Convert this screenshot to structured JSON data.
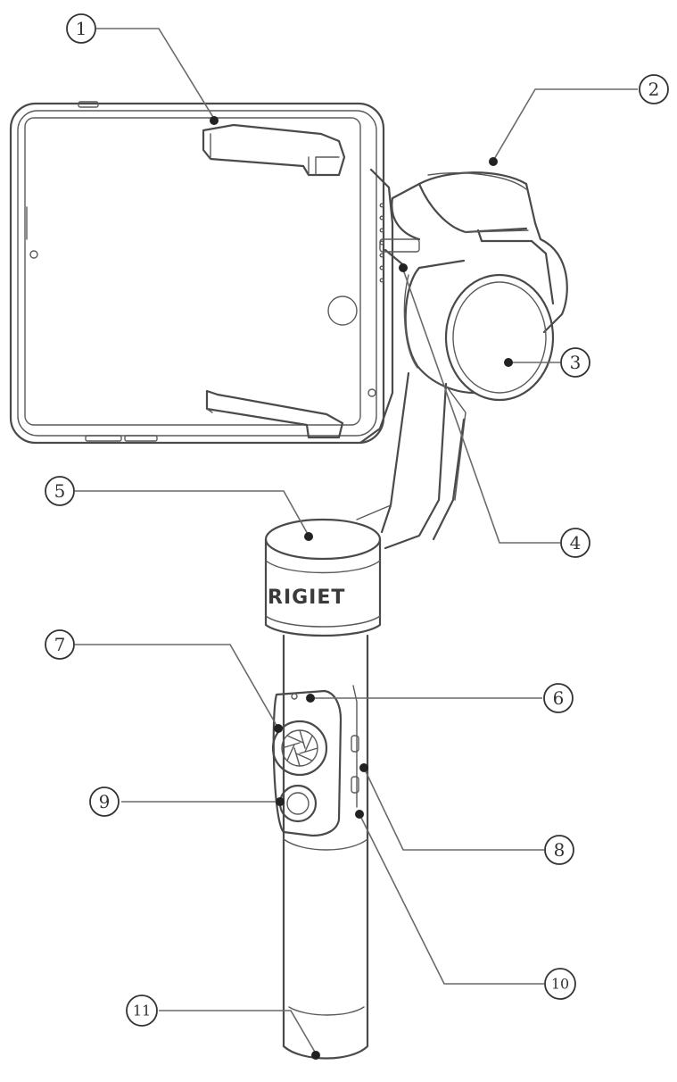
{
  "brand_text": "RIGIET",
  "callouts": [
    {
      "id": 1,
      "label": "1"
    },
    {
      "id": 2,
      "label": "2"
    },
    {
      "id": 3,
      "label": "3"
    },
    {
      "id": 4,
      "label": "4"
    },
    {
      "id": 5,
      "label": "5"
    },
    {
      "id": 6,
      "label": "6"
    },
    {
      "id": 7,
      "label": "7"
    },
    {
      "id": 8,
      "label": "8"
    },
    {
      "id": 9,
      "label": "9"
    },
    {
      "id": 10,
      "label": "10"
    },
    {
      "id": 11,
      "label": "11"
    }
  ]
}
